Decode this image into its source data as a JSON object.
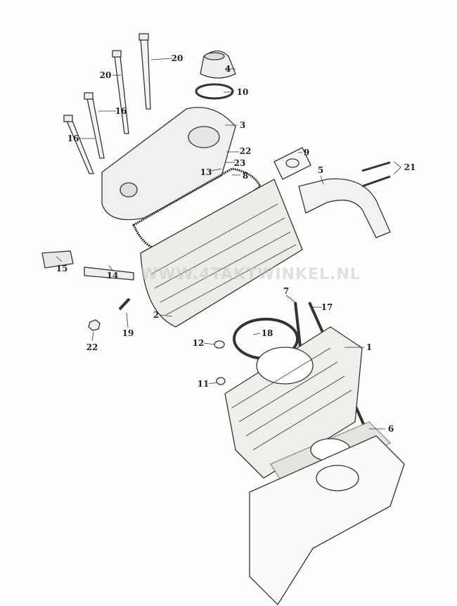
{
  "watermark": "WWW.4TAKTWINKEL.NL",
  "parts": [
    {
      "id": "p20a",
      "label": "20"
    },
    {
      "id": "p20b",
      "label": "20"
    },
    {
      "id": "p4",
      "label": "4"
    },
    {
      "id": "p10",
      "label": "10"
    },
    {
      "id": "p16a",
      "label": "16"
    },
    {
      "id": "p16b",
      "label": "16"
    },
    {
      "id": "p3",
      "label": "3"
    },
    {
      "id": "p22a",
      "label": "22"
    },
    {
      "id": "p23",
      "label": "23"
    },
    {
      "id": "p13",
      "label": "13"
    },
    {
      "id": "p8",
      "label": "8"
    },
    {
      "id": "p9",
      "label": "9"
    },
    {
      "id": "p5",
      "label": "5"
    },
    {
      "id": "p21",
      "label": "21"
    },
    {
      "id": "p15",
      "label": "15"
    },
    {
      "id": "p14",
      "label": "14"
    },
    {
      "id": "p7",
      "label": "7"
    },
    {
      "id": "p17",
      "label": "17"
    },
    {
      "id": "p2",
      "label": "2"
    },
    {
      "id": "p19",
      "label": "19"
    },
    {
      "id": "p18",
      "label": "18"
    },
    {
      "id": "p12",
      "label": "12"
    },
    {
      "id": "p22b",
      "label": "22"
    },
    {
      "id": "p1",
      "label": "1"
    },
    {
      "id": "p11",
      "label": "11"
    },
    {
      "id": "p6",
      "label": "6"
    }
  ]
}
